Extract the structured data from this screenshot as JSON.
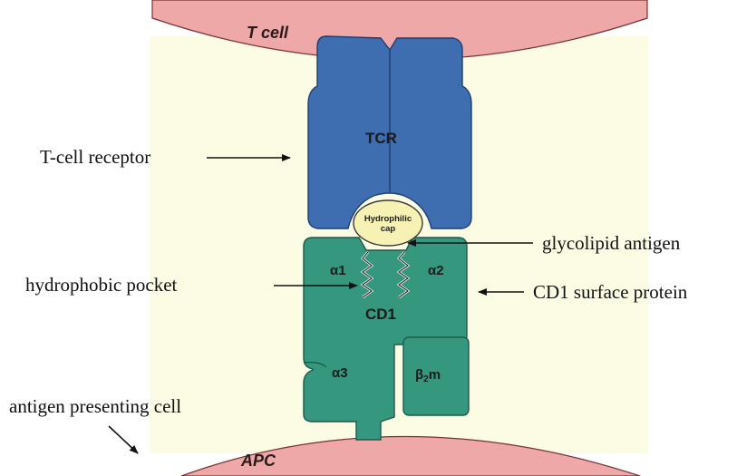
{
  "cells": {
    "top_cell": "T cell",
    "bottom_cell": "APC"
  },
  "domains": {
    "tcr": "TCR",
    "cap_line1": "Hydrophilic",
    "cap_line2": "cap",
    "alpha1": "α1",
    "alpha2": "α2",
    "cd1": "CD1",
    "alpha3": "α3",
    "beta2m_base": "β",
    "beta2m_sub": "2",
    "beta2m_suffix": "m"
  },
  "callouts": {
    "tcell_receptor": "T-cell receptor",
    "glycolipid_antigen": "glycolipid antigen",
    "hydrophobic_pocket": "hydrophobic pocket",
    "cd1_surface_protein": "CD1 surface protein",
    "antigen_presenting_cell": "antigen presenting cell"
  },
  "colors": {
    "membrane": "#efa8a8",
    "background_panel": "#fcfbe4",
    "tcr_blue": "#3e6db0",
    "cd1_teal": "#35977e",
    "cap_yellow": "#f7f1b3"
  }
}
